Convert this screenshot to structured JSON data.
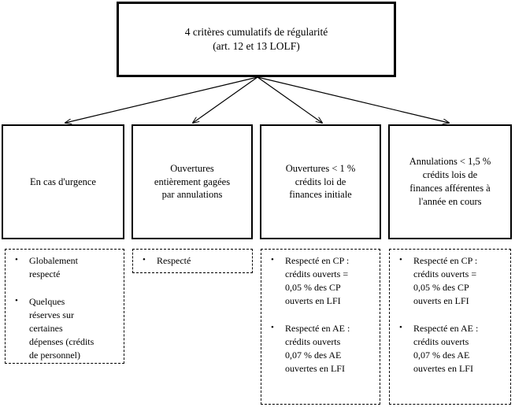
{
  "diagram": {
    "title_box": {
      "text": "4 critères cumulatifs de régularité\n(art. 12 et 13 LOLF)"
    },
    "criteria": [
      {
        "label": "En cas d'urgence"
      },
      {
        "label": "Ouvertures\nentièrement gagées\npar annulations"
      },
      {
        "label": "Ouvertures < 1 %\ncrédits loi de\nfinances initiale"
      },
      {
        "label": "Annulations < 1,5 %\ncrédits lois de\nfinances afférentes à\nl'année en cours"
      }
    ],
    "assessments": [
      {
        "bullet_glyph": "•",
        "items": [
          "Globalement\nrespecté",
          "Quelques\nréserves sur\ncertaines\ndépenses (crédits\nde personnel)"
        ]
      },
      {
        "bullet_glyph": "•",
        "items": [
          "Respecté"
        ]
      },
      {
        "bullet_glyph": "•",
        "items": [
          "Respecté en CP :\ncrédits ouverts =\n0,05 % des CP\nouverts en LFI",
          "Respecté en AE :\ncrédits ouverts\n0,07 % des AE\nouvertes en LFI"
        ]
      },
      {
        "bullet_glyph": "•",
        "items": [
          "Respecté en CP :\ncrédits ouverts =\n0,05 % des CP\nouverts en LFI",
          "Respecté en AE :\ncrédits ouverts\n0,07 % des AE\nouvertes en LFI"
        ]
      }
    ],
    "colors": {
      "line": "#000000",
      "background": "#ffffff"
    }
  }
}
